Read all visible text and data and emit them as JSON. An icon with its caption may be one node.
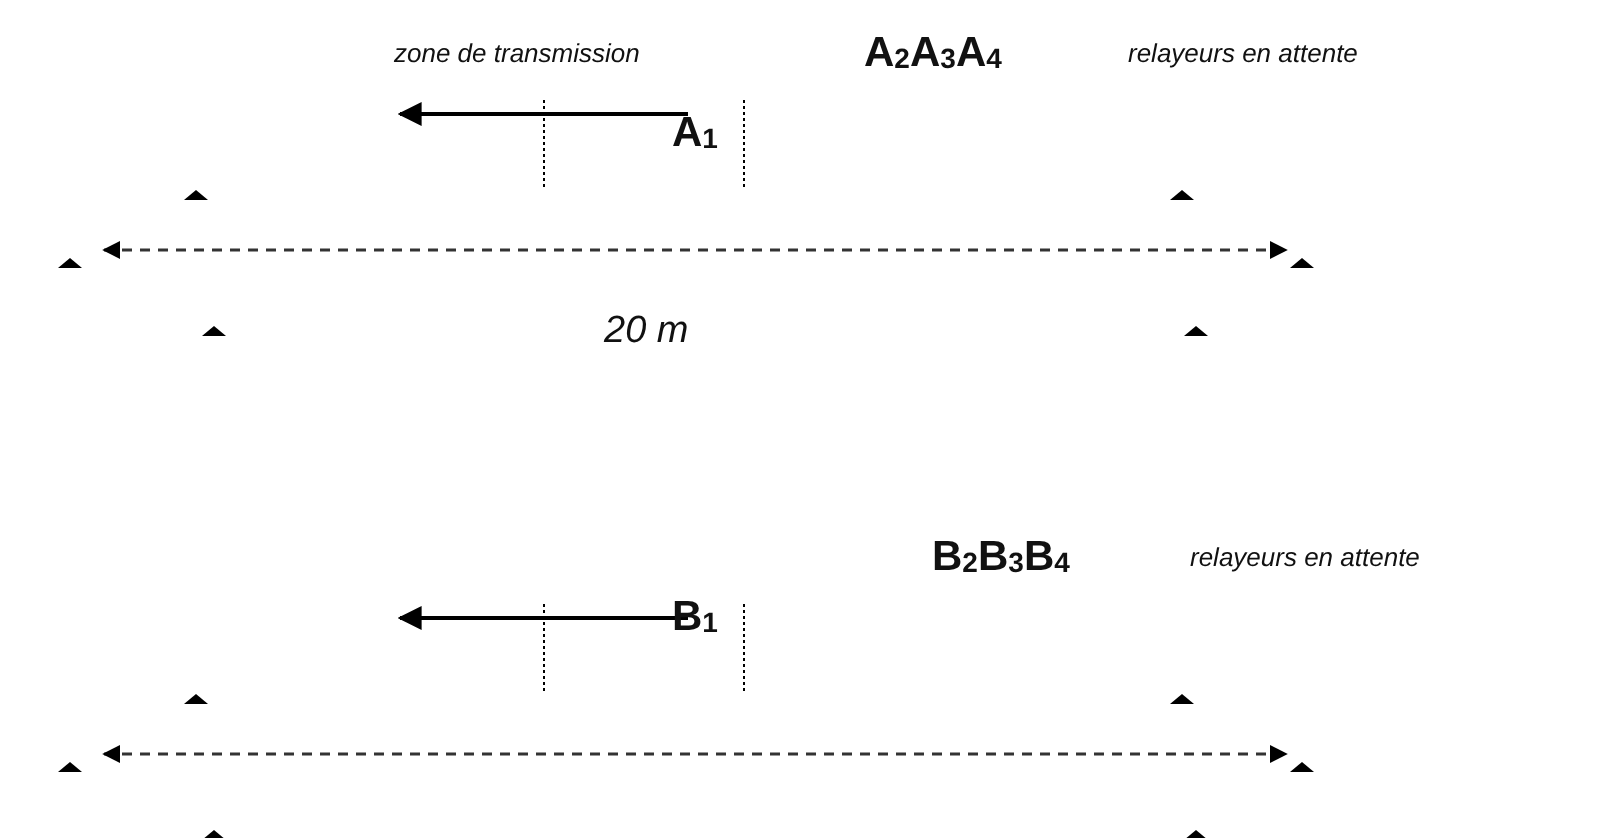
{
  "diagram": {
    "labels": [
      "zone de transmission",
      "A$_{2}$A$_{3}$A$_{4}$",
      "relayeurs en attente",
      "A$_{1}$",
      "20 m",
      "B$_{2}$B$_{3}$B$_{4}$",
      "relayeurs en attente",
      "B$_{1}$"
    ]
  }
}
